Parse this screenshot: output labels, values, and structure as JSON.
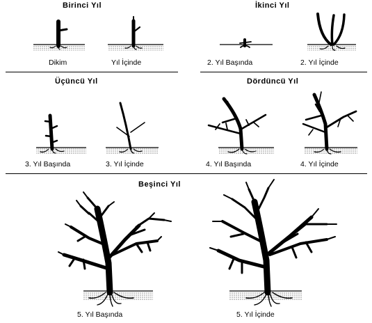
{
  "sections": {
    "year1": "Birinci  Yıl",
    "year2": "İkinci  Yıl",
    "year3": "Üçüncü  Yıl",
    "year4": "Dördüncü  Yıl",
    "year5": "Beşinci  Yıl"
  },
  "captions": {
    "planting": "Dikim",
    "y1_during": "Yıl İçinde",
    "y2_start": "2. Yıl Başında",
    "y2_during": "2. Yıl İçinde",
    "y3_start": "3. Yıl Başında",
    "y3_during": "3. Yıl İçinde",
    "y4_start": "4. Yıl Başında",
    "y4_during": "4. Yıl İçinde",
    "y5_start": "5. Yıl Başında",
    "y5_during": "5. Yıl İçinde"
  },
  "colors": {
    "ink": "#000000",
    "paper": "#ffffff"
  }
}
